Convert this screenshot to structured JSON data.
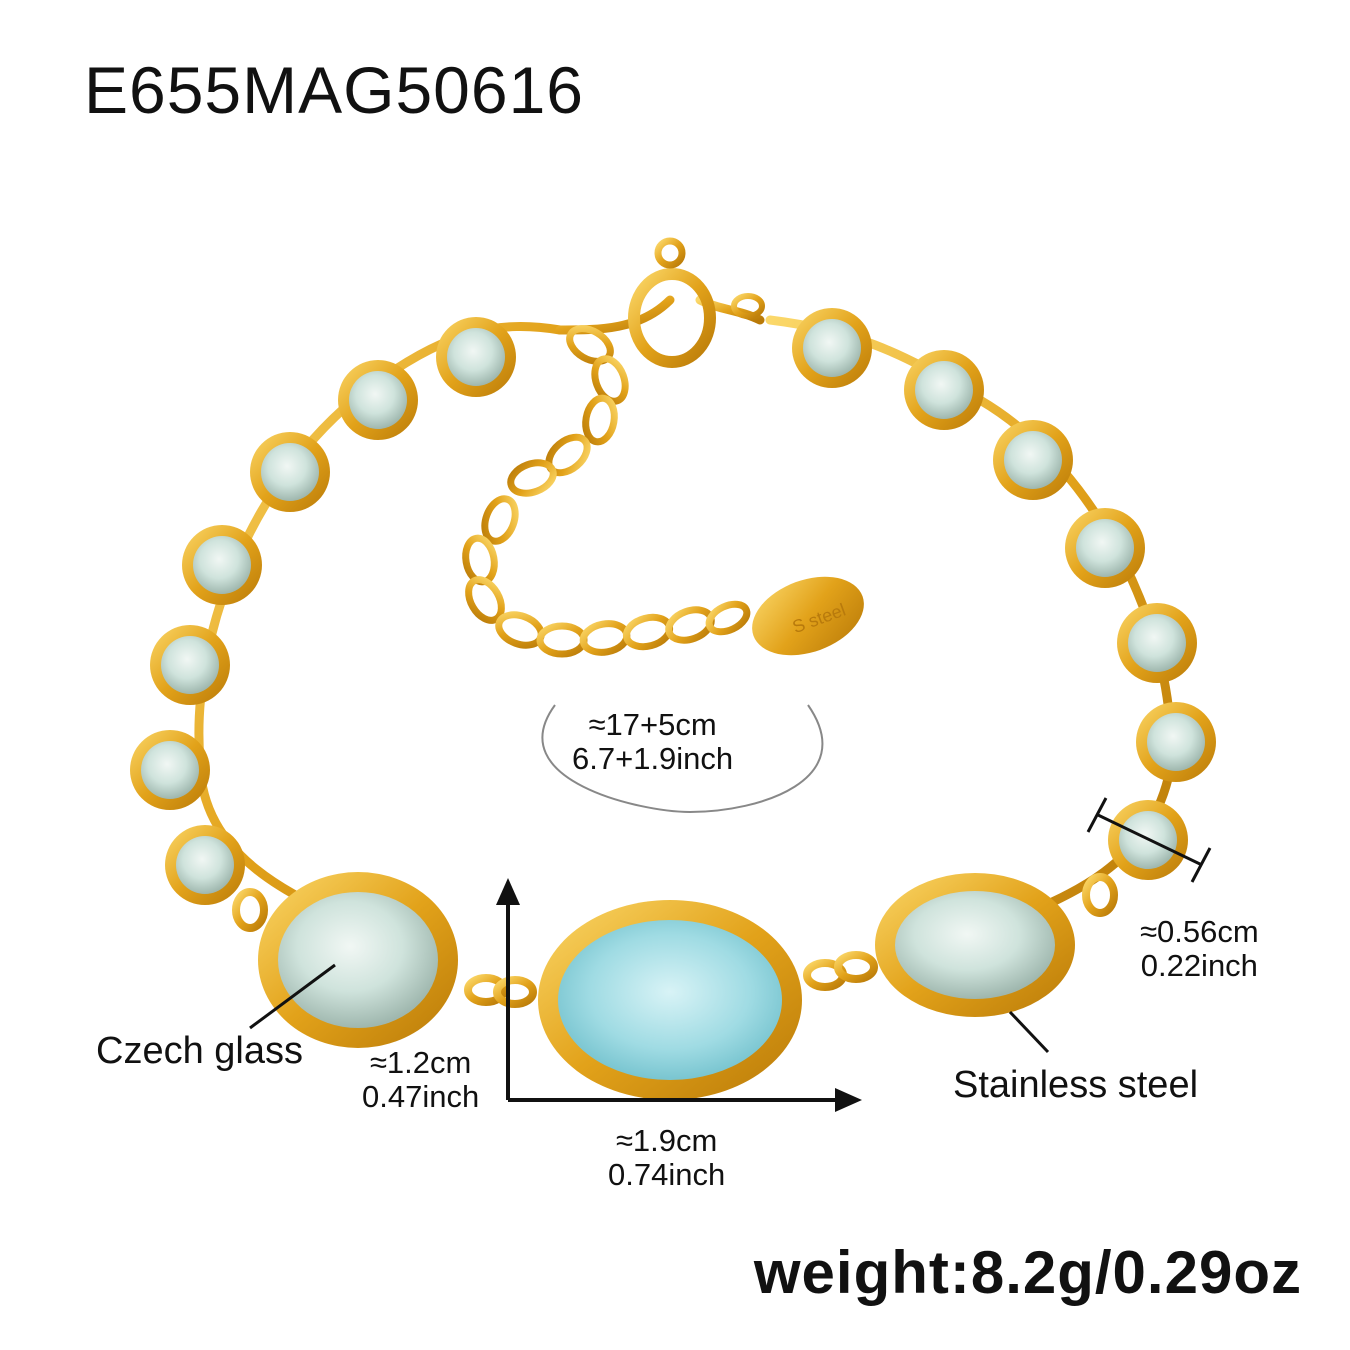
{
  "sku": "E655MAG50616",
  "tag_text": "S steel",
  "dimensions": {
    "length": {
      "cm": "≈17+5cm",
      "inch": "6.7+1.9inch"
    },
    "small_stone": {
      "cm": "≈0.56cm",
      "inch": "0.22inch"
    },
    "oval_height": {
      "cm": "≈1.2cm",
      "inch": "0.47inch"
    },
    "oval_width": {
      "cm": "≈1.9cm",
      "inch": "0.74inch"
    }
  },
  "labels": {
    "material_stone": "Czech glass",
    "material_metal": "Stainless steel"
  },
  "weight": "weight:8.2g/0.29oz",
  "colors": {
    "gold": "#e2a21a",
    "gold_light": "#f7cf55",
    "glass_pale": "#d3e6df",
    "glass_blue": "#9fdbe3",
    "ink": "#111111"
  }
}
